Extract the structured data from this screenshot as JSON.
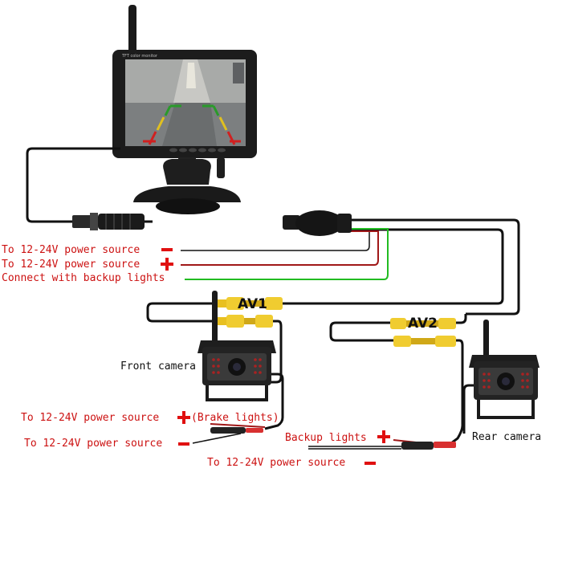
{
  "monitor": {
    "brand_text": "TFT color monitor"
  },
  "labels": {
    "power_minus_1": "To 12-24V power source",
    "power_plus_1": "To 12-24V power source",
    "backup_connect": "Connect with backup lights",
    "av1": "AV1",
    "av2": "AV2",
    "front_camera": "Front camera",
    "rear_camera": "Rear camera",
    "front_power_plus": "To 12-24V power source",
    "brake_lights": "(Brake lights)",
    "front_power_minus": "To 12-24V power source",
    "backup_lights": "Backup lights",
    "rear_power_minus": "To 12-24V power source"
  },
  "colors": {
    "label_red": "#cc1111",
    "sign_red": "#e01010",
    "wire_green": "#22bb22",
    "wire_darkred": "#a01818",
    "plug_yellow": "#e8c020"
  }
}
